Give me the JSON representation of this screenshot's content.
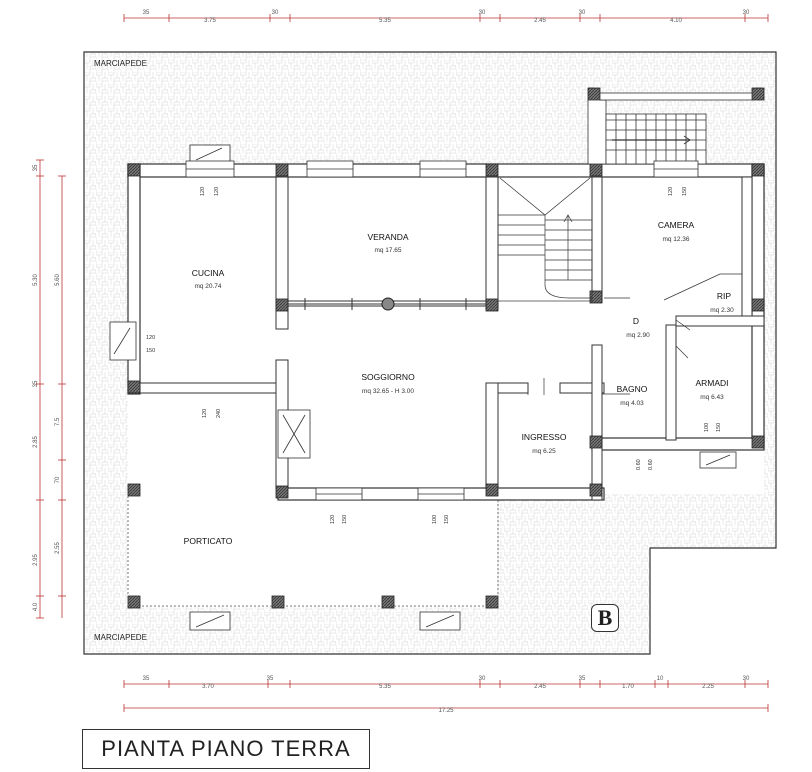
{
  "title": "PIANTA PIANO TERRA",
  "logo_letter": "B",
  "sidewalk_labels": {
    "top": "MARCIAPEDE",
    "bottom": "MARCIAPEDE"
  },
  "rooms": [
    {
      "key": "cucina",
      "name": "CUCINA",
      "area": "mq 20.74"
    },
    {
      "key": "veranda",
      "name": "VERANDA",
      "area": "mq 17.65"
    },
    {
      "key": "camera",
      "name": "CAMERA",
      "area": "mq 12.36"
    },
    {
      "key": "rip",
      "name": "RIP",
      "area": "mq 2.30"
    },
    {
      "key": "d",
      "name": "D",
      "area": "mq 2.90"
    },
    {
      "key": "soggiorno",
      "name": "SOGGIORNO",
      "area": "mq 32.65 - H 3.00"
    },
    {
      "key": "bagno",
      "name": "BAGNO",
      "area": "mq 4.03"
    },
    {
      "key": "armadi",
      "name": "ARMADI",
      "area": "mq 6.43"
    },
    {
      "key": "ingresso",
      "name": "INGRESSO",
      "area": "mq 6.25"
    },
    {
      "key": "porticato",
      "name": "PORTICATO",
      "area": ""
    }
  ],
  "window_dims": [
    {
      "key": "w-cucina-top",
      "a": "120",
      "b": "120"
    },
    {
      "key": "w-camera-top",
      "a": "120",
      "b": "150"
    },
    {
      "key": "w-cucina-left",
      "a": "120",
      "b": "150"
    },
    {
      "key": "w-cucina-bottom",
      "a": "120",
      "b": "240"
    },
    {
      "key": "w-armadi",
      "a": "100",
      "b": "150"
    },
    {
      "key": "w-bagno",
      "a": "0.60",
      "b": "0.60"
    },
    {
      "key": "w-sogg-bottom-1",
      "a": "120",
      "b": "150"
    },
    {
      "key": "w-sogg-bottom-2",
      "a": "100",
      "b": "150"
    }
  ],
  "dimensions": {
    "top": [
      "35",
      "3.75",
      "30",
      "5.35",
      "30",
      "2.45",
      "30",
      "4.10",
      "30"
    ],
    "bottom": [
      "35",
      "3.70",
      "35",
      "5.35",
      "30",
      "2.45",
      "35",
      "1.70",
      "10",
      "2.25",
      "30"
    ],
    "bottom_total": "17.25",
    "left_outer": [
      "35",
      "5.30",
      "35",
      "2.85",
      "2.95",
      "4.0"
    ],
    "left_inner": [
      "5.60",
      "7.5",
      "70",
      "2.55"
    ]
  }
}
